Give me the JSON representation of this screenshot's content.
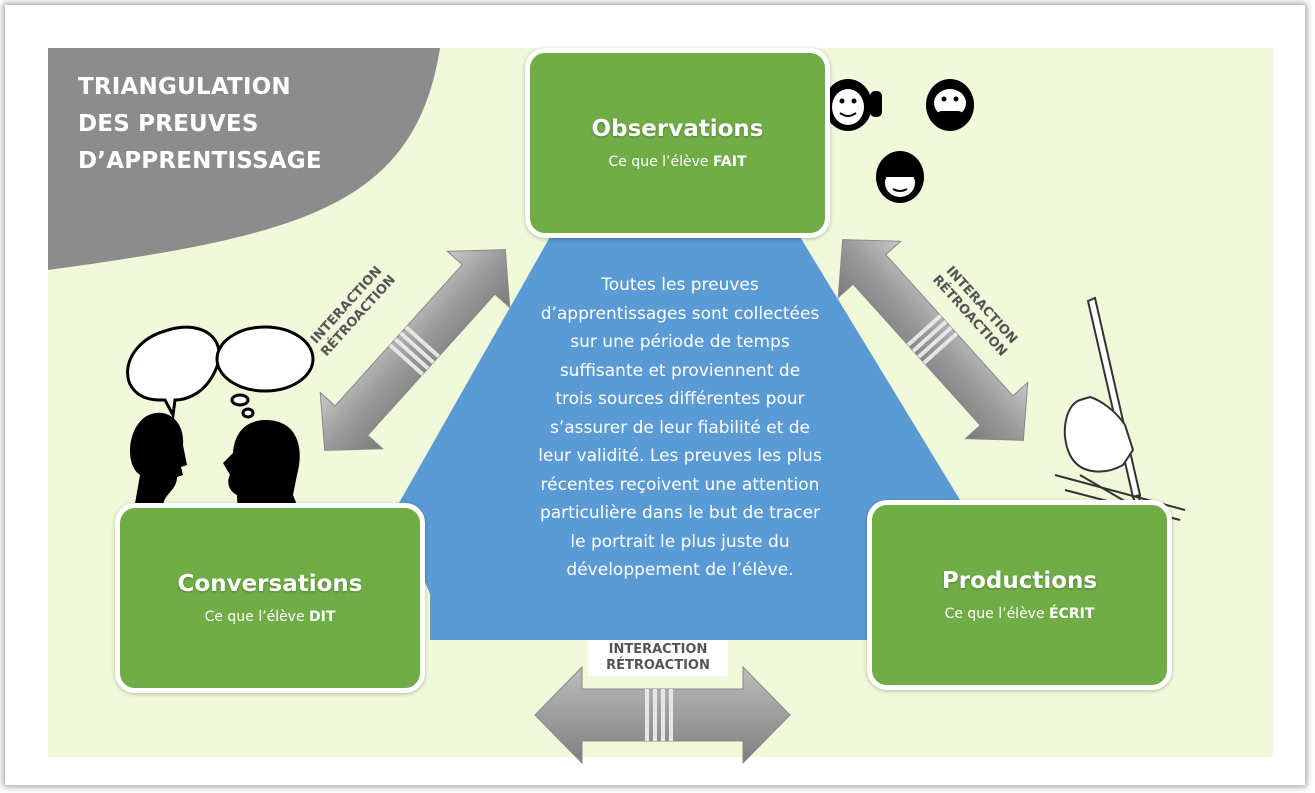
{
  "title": {
    "lines": [
      "TRIANGULATION",
      "DES PREUVES",
      "D’APPRENTISSAGE"
    ]
  },
  "observations": {
    "title": "Observations",
    "sub_prefix": "Ce que l’élève ",
    "sub_emph": "FAIT"
  },
  "conversations": {
    "title": "Conversations",
    "sub_prefix": "Ce que l’élève ",
    "sub_emph": "DIT"
  },
  "productions": {
    "title": "Productions",
    "sub_prefix": "Ce que l’élève ",
    "sub_emph": "ÉCRIT"
  },
  "center_lines": [
    "Toutes les preuves",
    "d’apprentissages sont collectées",
    "sur une période de temps",
    "suffisante et proviennent de",
    "trois sources différentes pour",
    "s’assurer de leur fiabilité et de",
    "leur validité. Les preuves les plus",
    "récentes reçoivent une attention",
    "particulière dans le but de tracer",
    "le portrait le plus juste du",
    "développement de l’élève."
  ],
  "arrow_labels": {
    "left": [
      "INTERACTION",
      "RÉTROACTION"
    ],
    "right": [
      "INTERACTION",
      "RÉTROACTION"
    ],
    "bottom": [
      "INTERACTION",
      "RÉTROACTION"
    ]
  },
  "colors": {
    "background": "#f0f9d9",
    "box_green": "#70ad47",
    "triangle_blue": "#5b9bd5",
    "title_gray": "#8c8c8c",
    "arrow_gray": "#a6a6a6"
  },
  "icons": [
    "three-monkeys-icon",
    "speech-bubbles-icon",
    "two-heads-silhouette-icon",
    "hand-writing-pencil-icon",
    "double-arrow-icon"
  ]
}
